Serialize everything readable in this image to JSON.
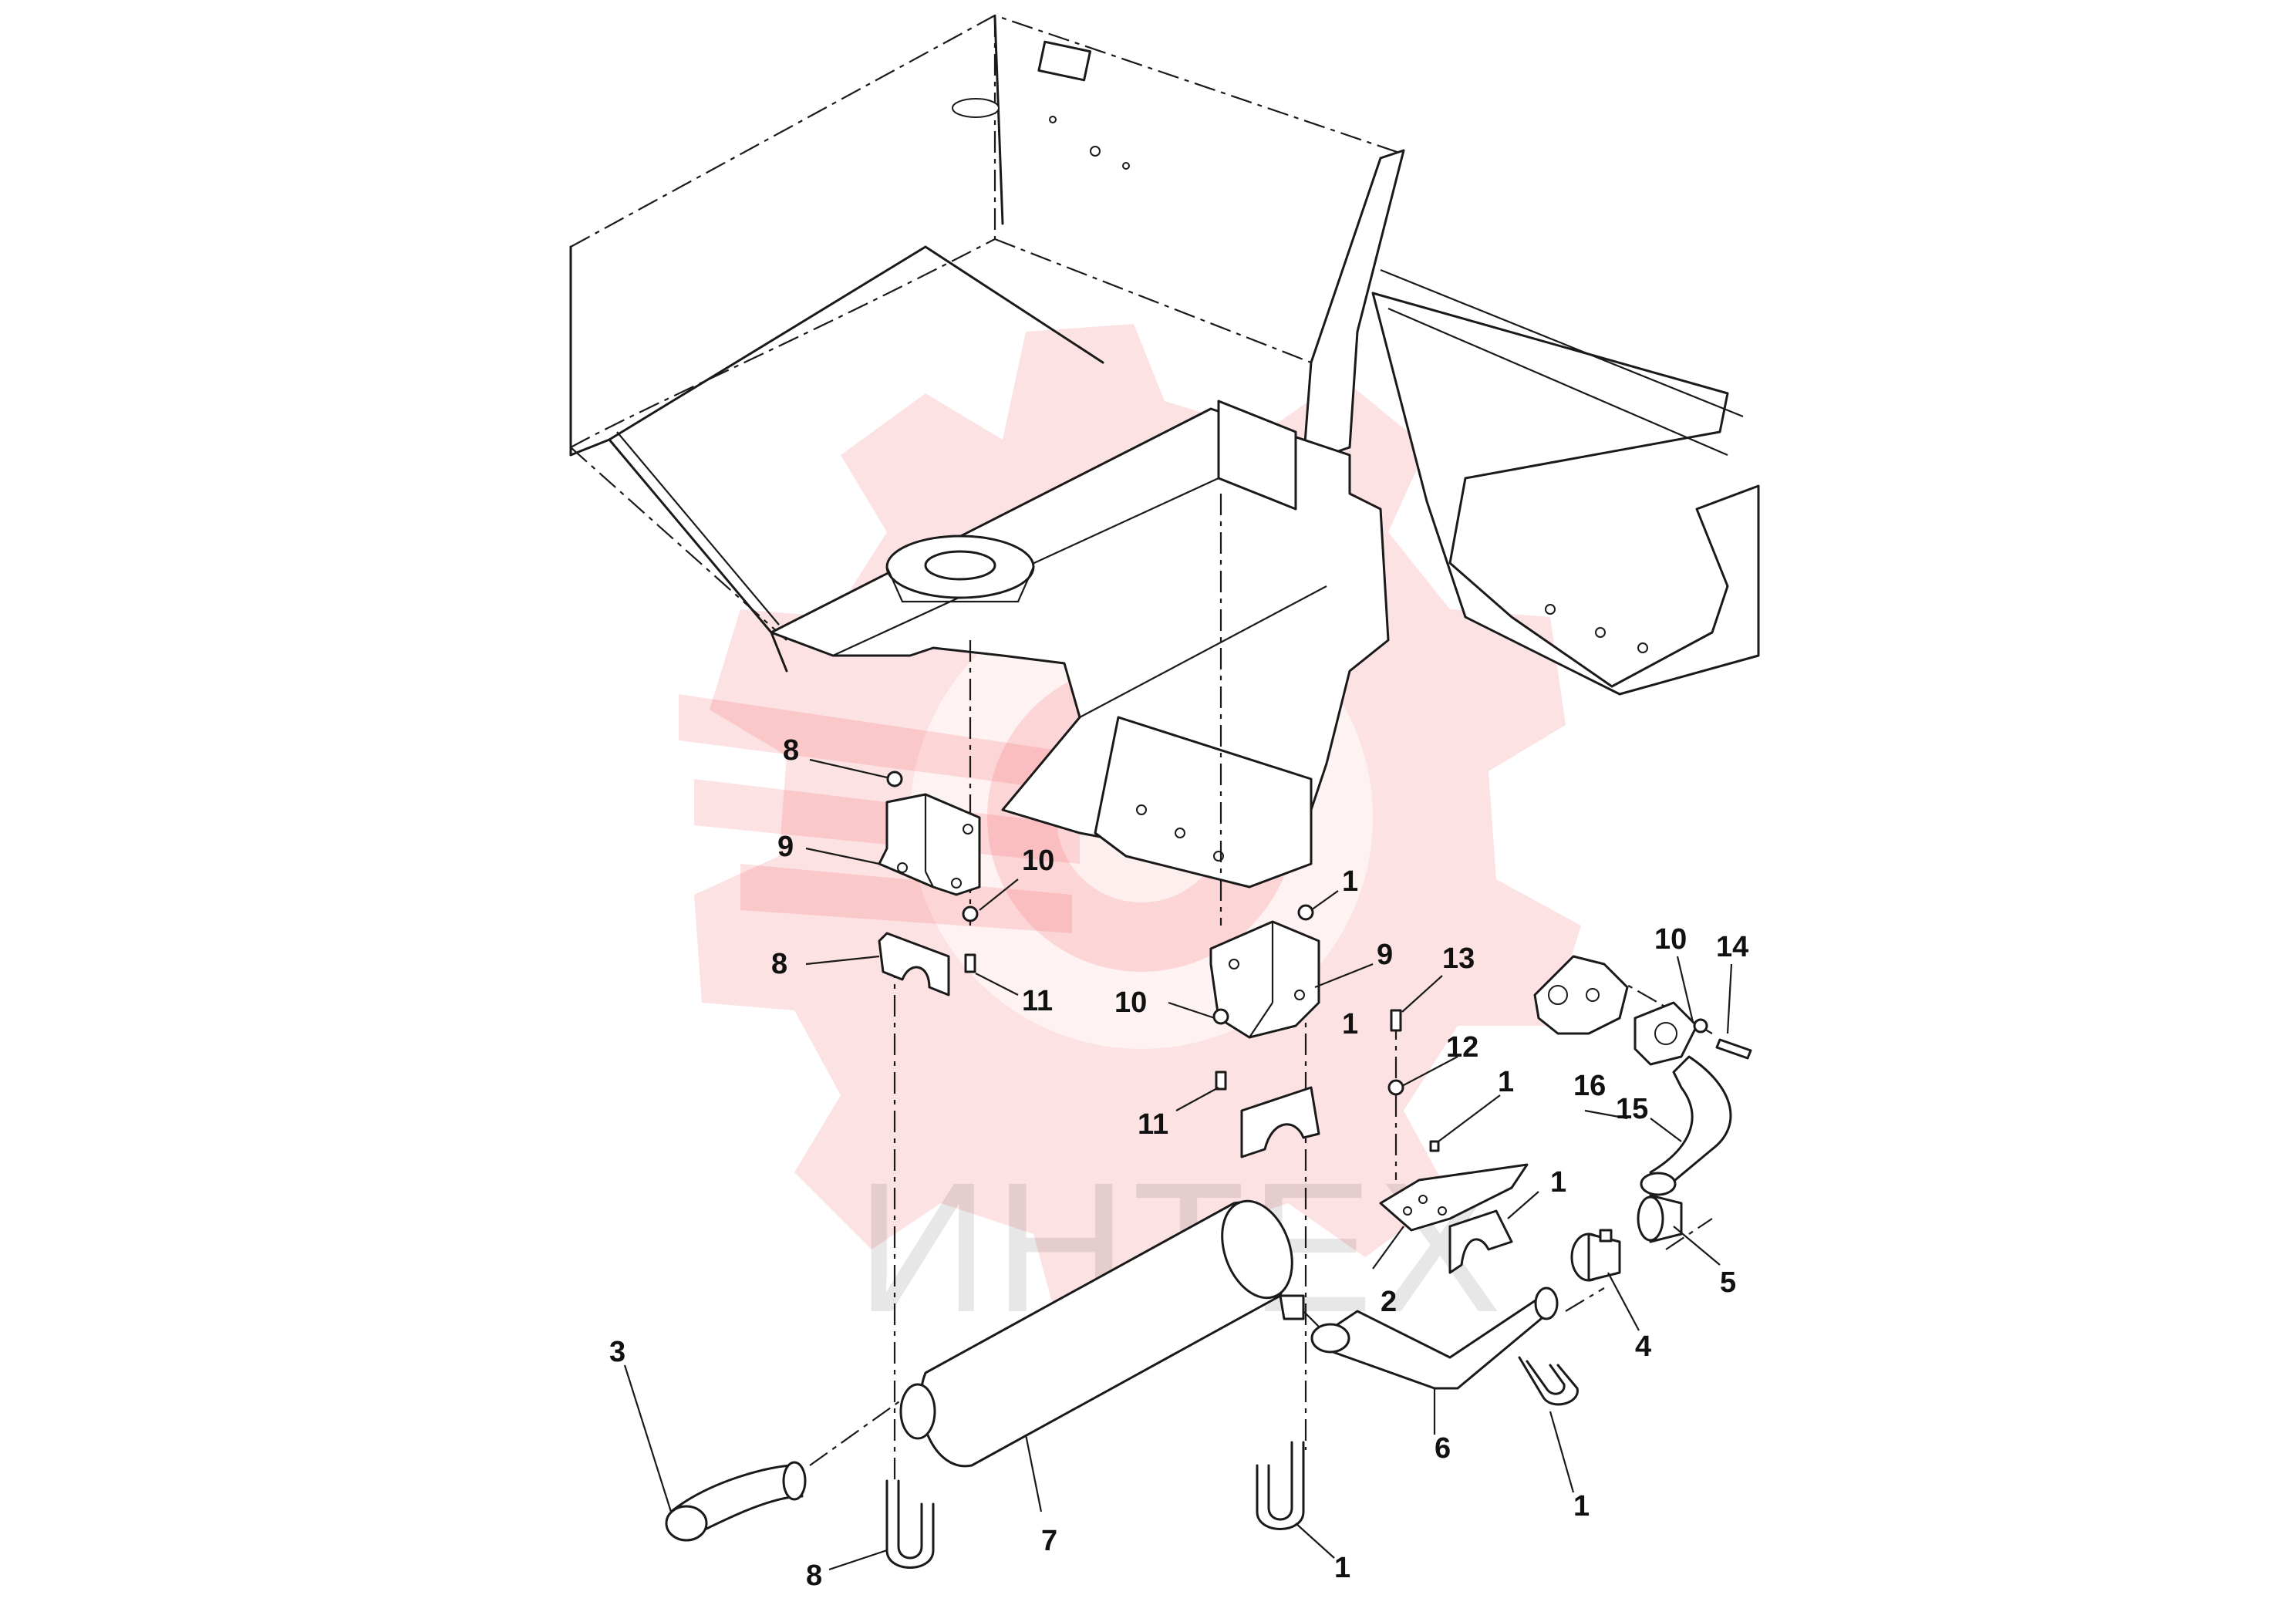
{
  "watermark": {
    "text": "ИНТЕХ",
    "color": "#ee1c25"
  },
  "callouts": [
    {
      "id": "c8a",
      "label": "8"
    },
    {
      "id": "c9a",
      "label": "9"
    },
    {
      "id": "c10a",
      "label": "10"
    },
    {
      "id": "c8b",
      "label": "8"
    },
    {
      "id": "c11a",
      "label": "11"
    },
    {
      "id": "c1a",
      "label": "1"
    },
    {
      "id": "c9b",
      "label": "9"
    },
    {
      "id": "c13",
      "label": "13"
    },
    {
      "id": "c10b",
      "label": "10"
    },
    {
      "id": "c10c",
      "label": "10"
    },
    {
      "id": "c14",
      "label": "14"
    },
    {
      "id": "c1b",
      "label": "1"
    },
    {
      "id": "c12",
      "label": "12"
    },
    {
      "id": "c11b",
      "label": "11"
    },
    {
      "id": "c16",
      "label": "16"
    },
    {
      "id": "c15",
      "label": "15"
    },
    {
      "id": "c1c",
      "label": "1"
    },
    {
      "id": "c1d",
      "label": "1"
    },
    {
      "id": "c2",
      "label": "2"
    },
    {
      "id": "c5",
      "label": "5"
    },
    {
      "id": "c4",
      "label": "4"
    },
    {
      "id": "c3",
      "label": "3"
    },
    {
      "id": "c6",
      "label": "6"
    },
    {
      "id": "c1e",
      "label": "1"
    },
    {
      "id": "c7",
      "label": "7"
    },
    {
      "id": "c8c",
      "label": "8"
    },
    {
      "id": "c1f",
      "label": "1"
    }
  ]
}
